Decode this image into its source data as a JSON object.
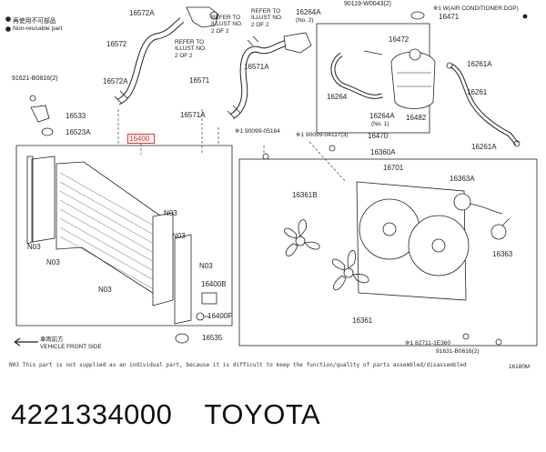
{
  "legend": {
    "reuse_text": "再使用不可部品",
    "nonreuse_text": "Non-reusable part"
  },
  "labels": {
    "p16572A": "16572A",
    "p16572": "16572",
    "p16572A_2": "16572A",
    "p91621": "91621-B0816(2)",
    "p16533": "16533",
    "p16523A": "16523A",
    "p16400": "16400",
    "p16571A": "16571A",
    "p16571": "16571",
    "p16571A_2": "16571A",
    "p16264A": "16264A",
    "p16264A_no2": "(No. 2)",
    "p90119": "90119-W0043(2)",
    "p16471": "16471",
    "ac_note": "※1  W(AIR CONDITIONER:DOP)",
    "p16472": "16472",
    "p16264": "16264",
    "p16264A_2": "16264A",
    "p16264A_no1": "(No. 1)",
    "p16482": "16482",
    "p16261A": "16261A",
    "p16261": "16261",
    "p16261A_2": "16261A",
    "p16470": "16470",
    "p90099_05164": "※1  90099-05164",
    "p90099_04117": "※1  90099-04117(3)",
    "p16360A": "16360A",
    "p16701": "16701",
    "p16363A": "16363A",
    "p16361B": "16361B",
    "p16363": "16363",
    "p16361": "16361",
    "p82711": "※1  82711-1E360",
    "p91631": "91631-B0616(2)",
    "p16400B": "16400B",
    "p16400F": "16400F",
    "p16535": "16535",
    "n03_a": "N03",
    "n03_b": "N03",
    "n03_c": "N03",
    "n03_d": "N03",
    "n03_e": "N03",
    "n03_f": "N03",
    "refer1_l1": "REFER TO",
    "refer1_l2": "ILLUST NO.",
    "refer1_l3": "2 OF 2",
    "refer2_l1": "REFER TO",
    "refer2_l2": "ILLUST NO.",
    "refer2_l3": "2 OF 2",
    "refer3_l1": "REFER TO",
    "refer3_l2": "ILLUST NO.",
    "refer3_l3": "2 OF 2",
    "front_jp": "車両前方",
    "front_en": "VEHICLE FRONT SIDE",
    "footnote": "N03 This part is not supplied as an individual part, because it is difficult to keep the function/quality of parts assembled/disassembled",
    "diagram_id": "16180M"
  },
  "part_number": "4221334000",
  "brand": "TOYOTA"
}
